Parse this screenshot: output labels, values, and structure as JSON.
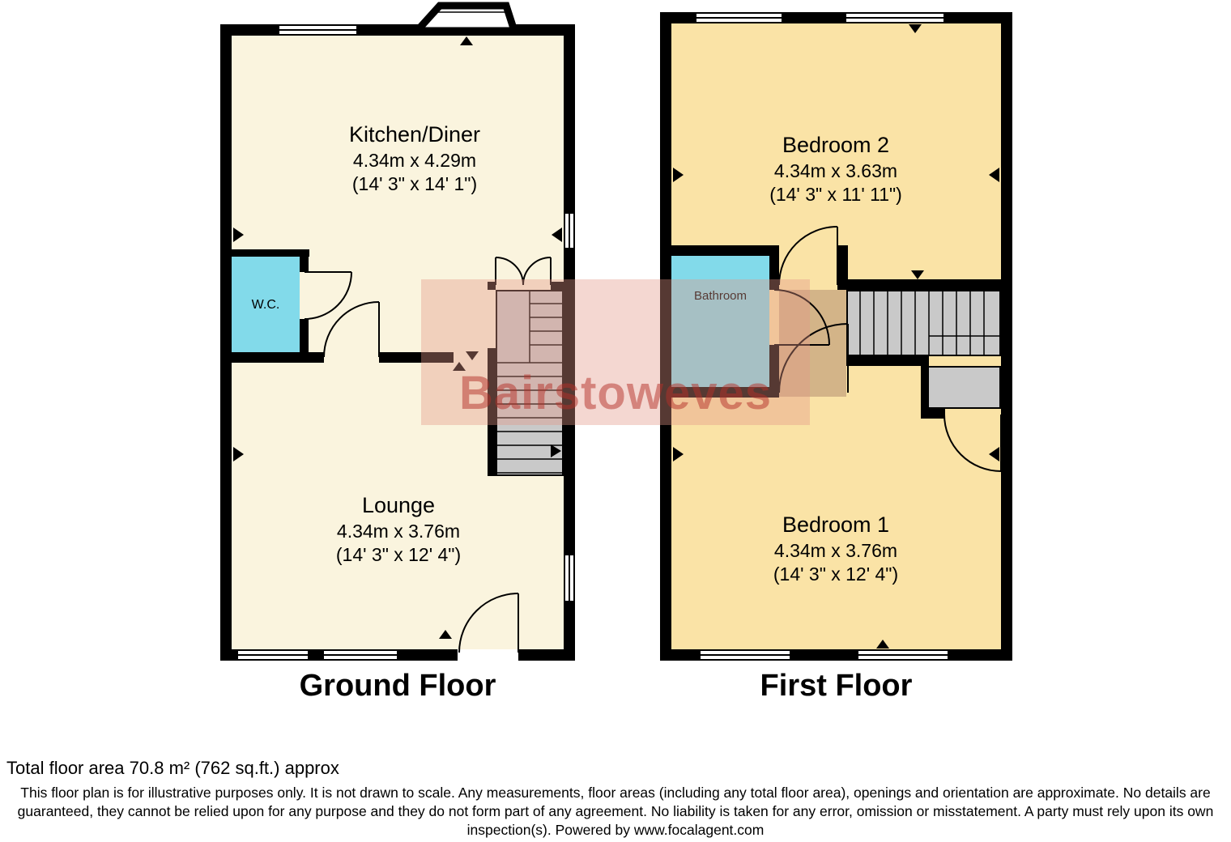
{
  "watermark": "Bairstoweves",
  "floors": {
    "ground": {
      "caption": "Ground Floor",
      "kitchen_name": "Kitchen/Diner",
      "kitchen_dims_m": "4.34m x 4.29m",
      "kitchen_dims_ft": "(14' 3\" x 14' 1\")",
      "wc_name": "W.C.",
      "lounge_name": "Lounge",
      "lounge_dims_m": "4.34m x 3.76m",
      "lounge_dims_ft": "(14' 3\" x 12' 4\")"
    },
    "first": {
      "caption": "First Floor",
      "bedroom2_name": "Bedroom 2",
      "bedroom2_dims_m": "4.34m x 3.63m",
      "bedroom2_dims_ft": "(14' 3\" x 11' 11\")",
      "bathroom_name": "Bathroom",
      "bedroom1_name": "Bedroom 1",
      "bedroom1_dims_m": "4.34m x 3.76m",
      "bedroom1_dims_ft": "(14' 3\" x 12' 4\")"
    }
  },
  "footer": {
    "total_area": "Total floor area 70.8 m² (762 sq.ft.) approx",
    "disclaimer": "This floor plan is for illustrative purposes only. It is not drawn to scale. Any measurements, floor areas (including any total floor area), openings and orientation are approximate. No details are guaranteed, they cannot be relied upon for any purpose and they do not form part of any agreement. No liability is taken for any error, omission or misstatement. A party must rely upon its own inspection(s). Powered by www.focalagent.com"
  },
  "colors": {
    "wall": "#000000",
    "ground_floor_fill": "#FAF4DE",
    "first_floor_fill": "#FAE3A6",
    "wet_room_fill": "#82DAEA",
    "landing_fill": "#D3B488",
    "stairs_fill": "#C9C9C9",
    "watermark_red": "#B42F28"
  }
}
